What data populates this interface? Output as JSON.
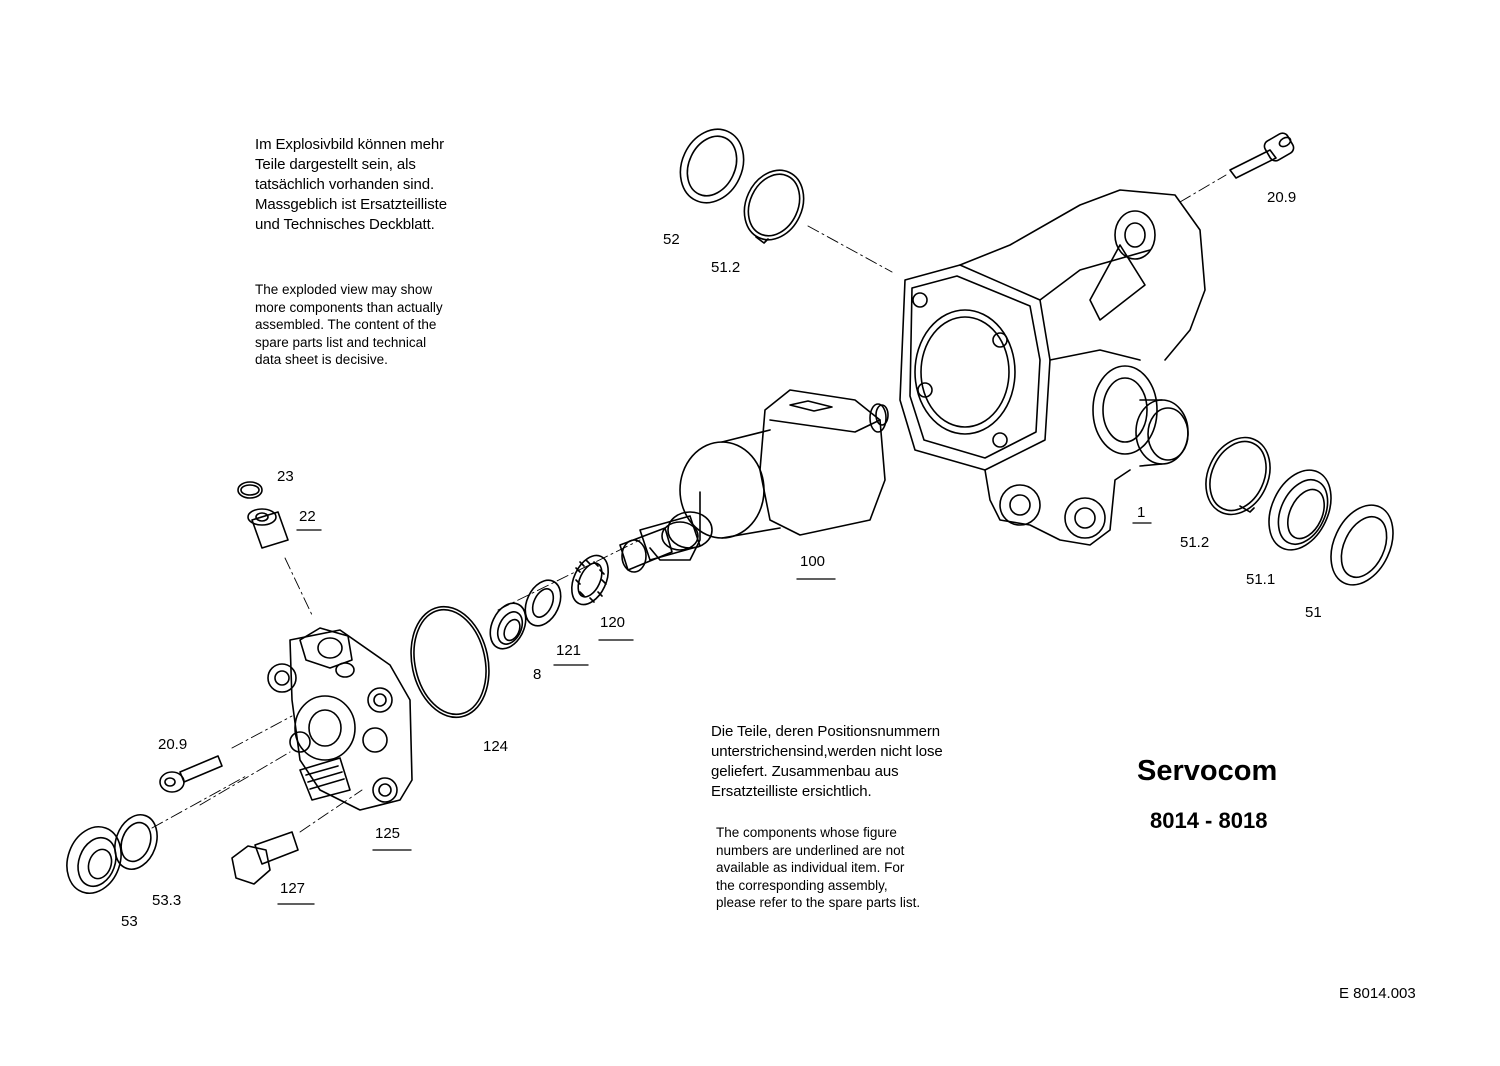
{
  "notes": {
    "exploded_de": "Im Explosivbild können mehr\nTeile dargestellt sein, als\ntatsächlich vorhanden sind.\nMassgeblich ist Ersatzteilliste\nund Technisches Deckblatt.",
    "exploded_en": "The exploded view may show\nmore components than actually\nassembled. The content of the\nspare parts list and technical\ndata sheet is decisive.",
    "underlined_de": "Die  Teile, deren Positionsnummern\nunterstrichensind,werden nicht lose\ngeliefert. Zusammenbau aus\nErsatzteilliste ersichtlich.",
    "underlined_en": "The components whose figure\nnumbers are underlined are not\navailable as individual item. For\nthe corresponding assembly,\nplease refer to the spare parts list."
  },
  "title": "Servocom",
  "subtitle": "8014 - 8018",
  "doc_ref": "E  8014.003",
  "labels": {
    "p52": "52",
    "p51_2_top": "51.2",
    "p20_9_top": "20.9",
    "p1": "1",
    "p51_2_right": "51.2",
    "p51_1": "51.1",
    "p51": "51",
    "p100": "100",
    "p23": "23",
    "p22": "22",
    "p120": "120",
    "p121": "121",
    "p8": "8",
    "p124": "124",
    "p20_9_left": "20.9",
    "p125": "125",
    "p127": "127",
    "p53_3": "53.3",
    "p53": "53"
  }
}
